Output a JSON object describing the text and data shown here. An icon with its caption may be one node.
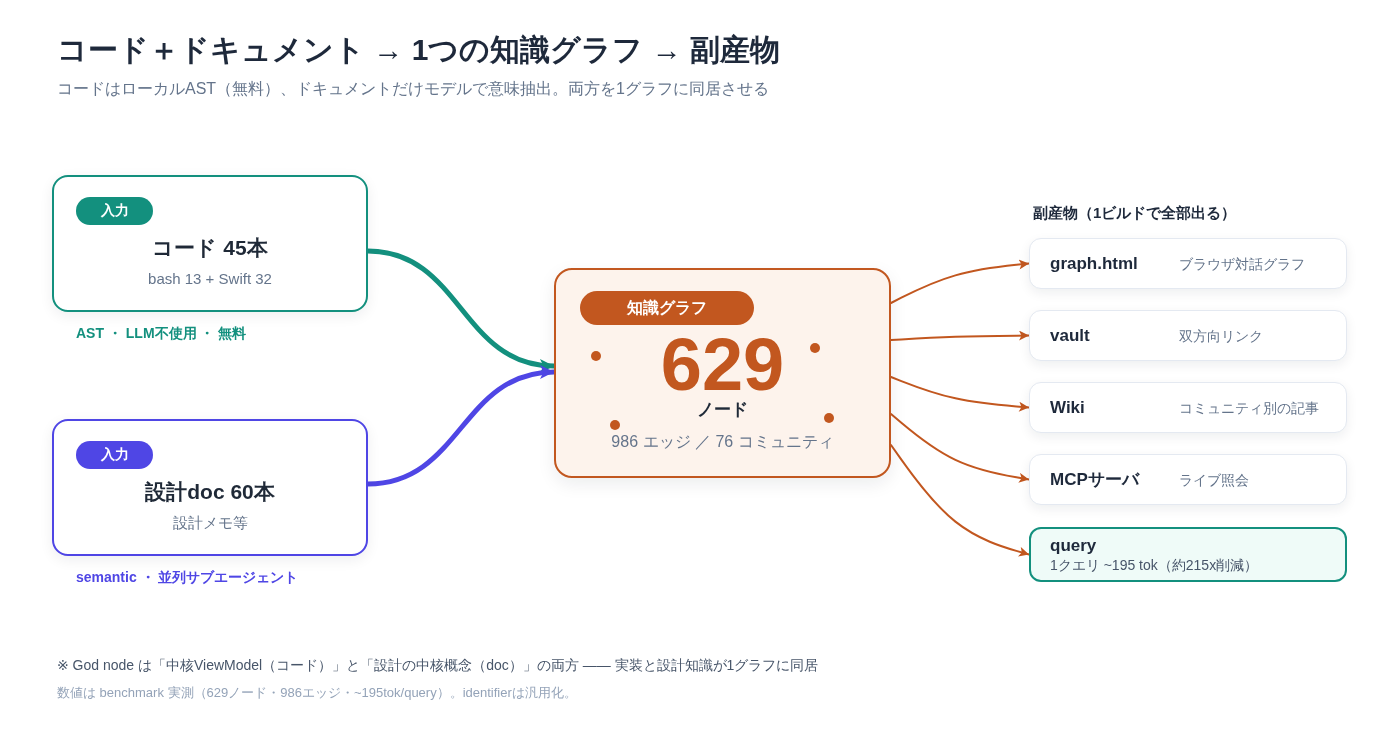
{
  "diagram": {
    "title": "コード＋ドキュメント → 1つの知識グラフ → 副産物",
    "nodes": [
      {
        "text": [
          "コード 45本",
          "bash 13 + Swift 32"
        ],
        "beside": [
          "AST ・ LLM不使用 ・ 無料"
        ]
      },
      {
        "text": [
          "入力"
        ],
        "in": 0
      },
      {
        "text": [
          "設計doc 60本",
          "設計メモ等"
        ],
        "beside": [
          "semantic ・ 並列サブエージェント"
        ]
      },
      {
        "text": [
          "入力"
        ],
        "in": 2
      },
      {
        "text": [
          "629",
          "ノード",
          "986 エッジ ／ 76 コミュニティ"
        ]
      },
      {
        "text": [
          "知識グラフ"
        ],
        "in": 4
      },
      {
        "text": [
          "graph.html",
          "ブラウザ対話グラフ"
        ]
      },
      {
        "text": [
          "vault",
          "双方向リンク"
        ]
      },
      {
        "text": [
          "Wiki",
          "コミュニティ別の記事"
        ]
      },
      {
        "text": [
          "MCPサーバ",
          "ライブ照会"
        ]
      },
      {
        "text": [
          "query",
          "1クエリ ~195 tok（約215x削減）"
        ]
      }
    ],
    "edges": [
      {
        "from": 0,
        "to": 4,
        "arrow": "to",
        "style": "thick",
        "color": "#13907e"
      },
      {
        "from": 2,
        "to": 4,
        "arrow": "to",
        "style": "thick",
        "color": "#4f46e5"
      },
      {
        "from": 4,
        "to": 6,
        "arrow": "to"
      },
      {
        "from": 4,
        "to": 7,
        "arrow": "to"
      },
      {
        "from": 4,
        "to": 8,
        "arrow": "to"
      },
      {
        "from": 4,
        "to": 9,
        "arrow": "to"
      },
      {
        "from": 4,
        "to": 10,
        "arrow": "to"
      }
    ],
    "labels": [
      "コードはローカルAST（無料）、ドキュメントだけモデルで意味抽出。両方を1グラフに同居させる",
      "副産物（1ビルドで全部出る）",
      "※ God node は「中核ViewModel（コード）」と「設計の中核概念（doc）」の両方 —— 実装と設計知識が1グラフに同居",
      "数値は benchmark 実測（629ノード・986エッジ・~195tok/query）。identifierは汎用化。"
    ]
  }
}
